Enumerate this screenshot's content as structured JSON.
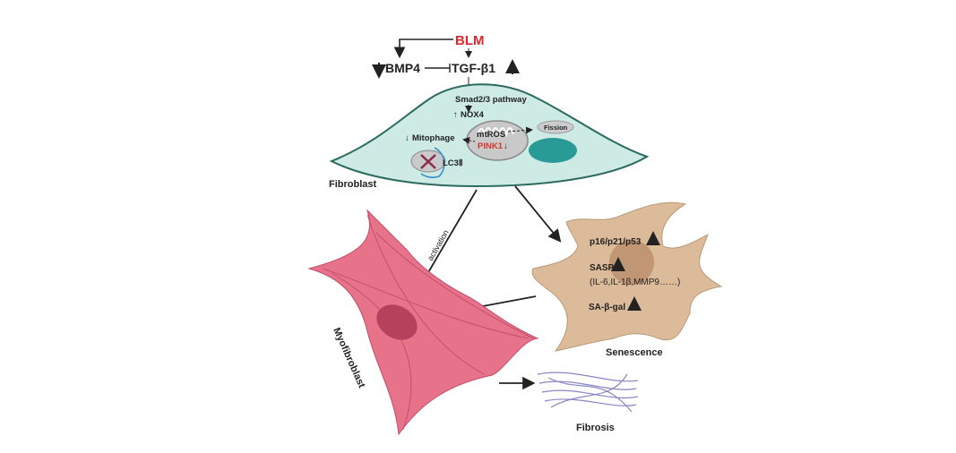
{
  "top": {
    "trigger": "BLM",
    "bmp4": "BMP4",
    "tgf": "TGF-β1"
  },
  "fibroblast": {
    "label": "Fibroblast",
    "smad": "Smad2/3 pathway",
    "nox4": "NOX4",
    "mtros": "mtROS",
    "pink1": "PINK1",
    "fission": "Fission",
    "mitophage": "Mitophage",
    "lc3": "LC3Ⅱ"
  },
  "activation": "activation",
  "senescence": {
    "label": "Senescence",
    "markers": "p16/p21/p53",
    "sasp": "SASP",
    "sasp_factors": "(IL-6,IL-1β,MMP9……)",
    "sagal": "SA-β-gal"
  },
  "myofibroblast": {
    "label": "Myofibroblast"
  },
  "fibrosis": {
    "label": "Fibrosis"
  },
  "colors": {
    "trigger": "#e0262b",
    "pink1": "#d8352f",
    "fibroblast": "#cdeae4",
    "fibroblast_outline": "#2b6a5e",
    "nucleus": "#2a9a96",
    "senescent": "#dcbb9a",
    "senescent_nucleus": "#c19674",
    "myofibroblast": "#e7738b",
    "fibrosis": "#8a86c4"
  }
}
